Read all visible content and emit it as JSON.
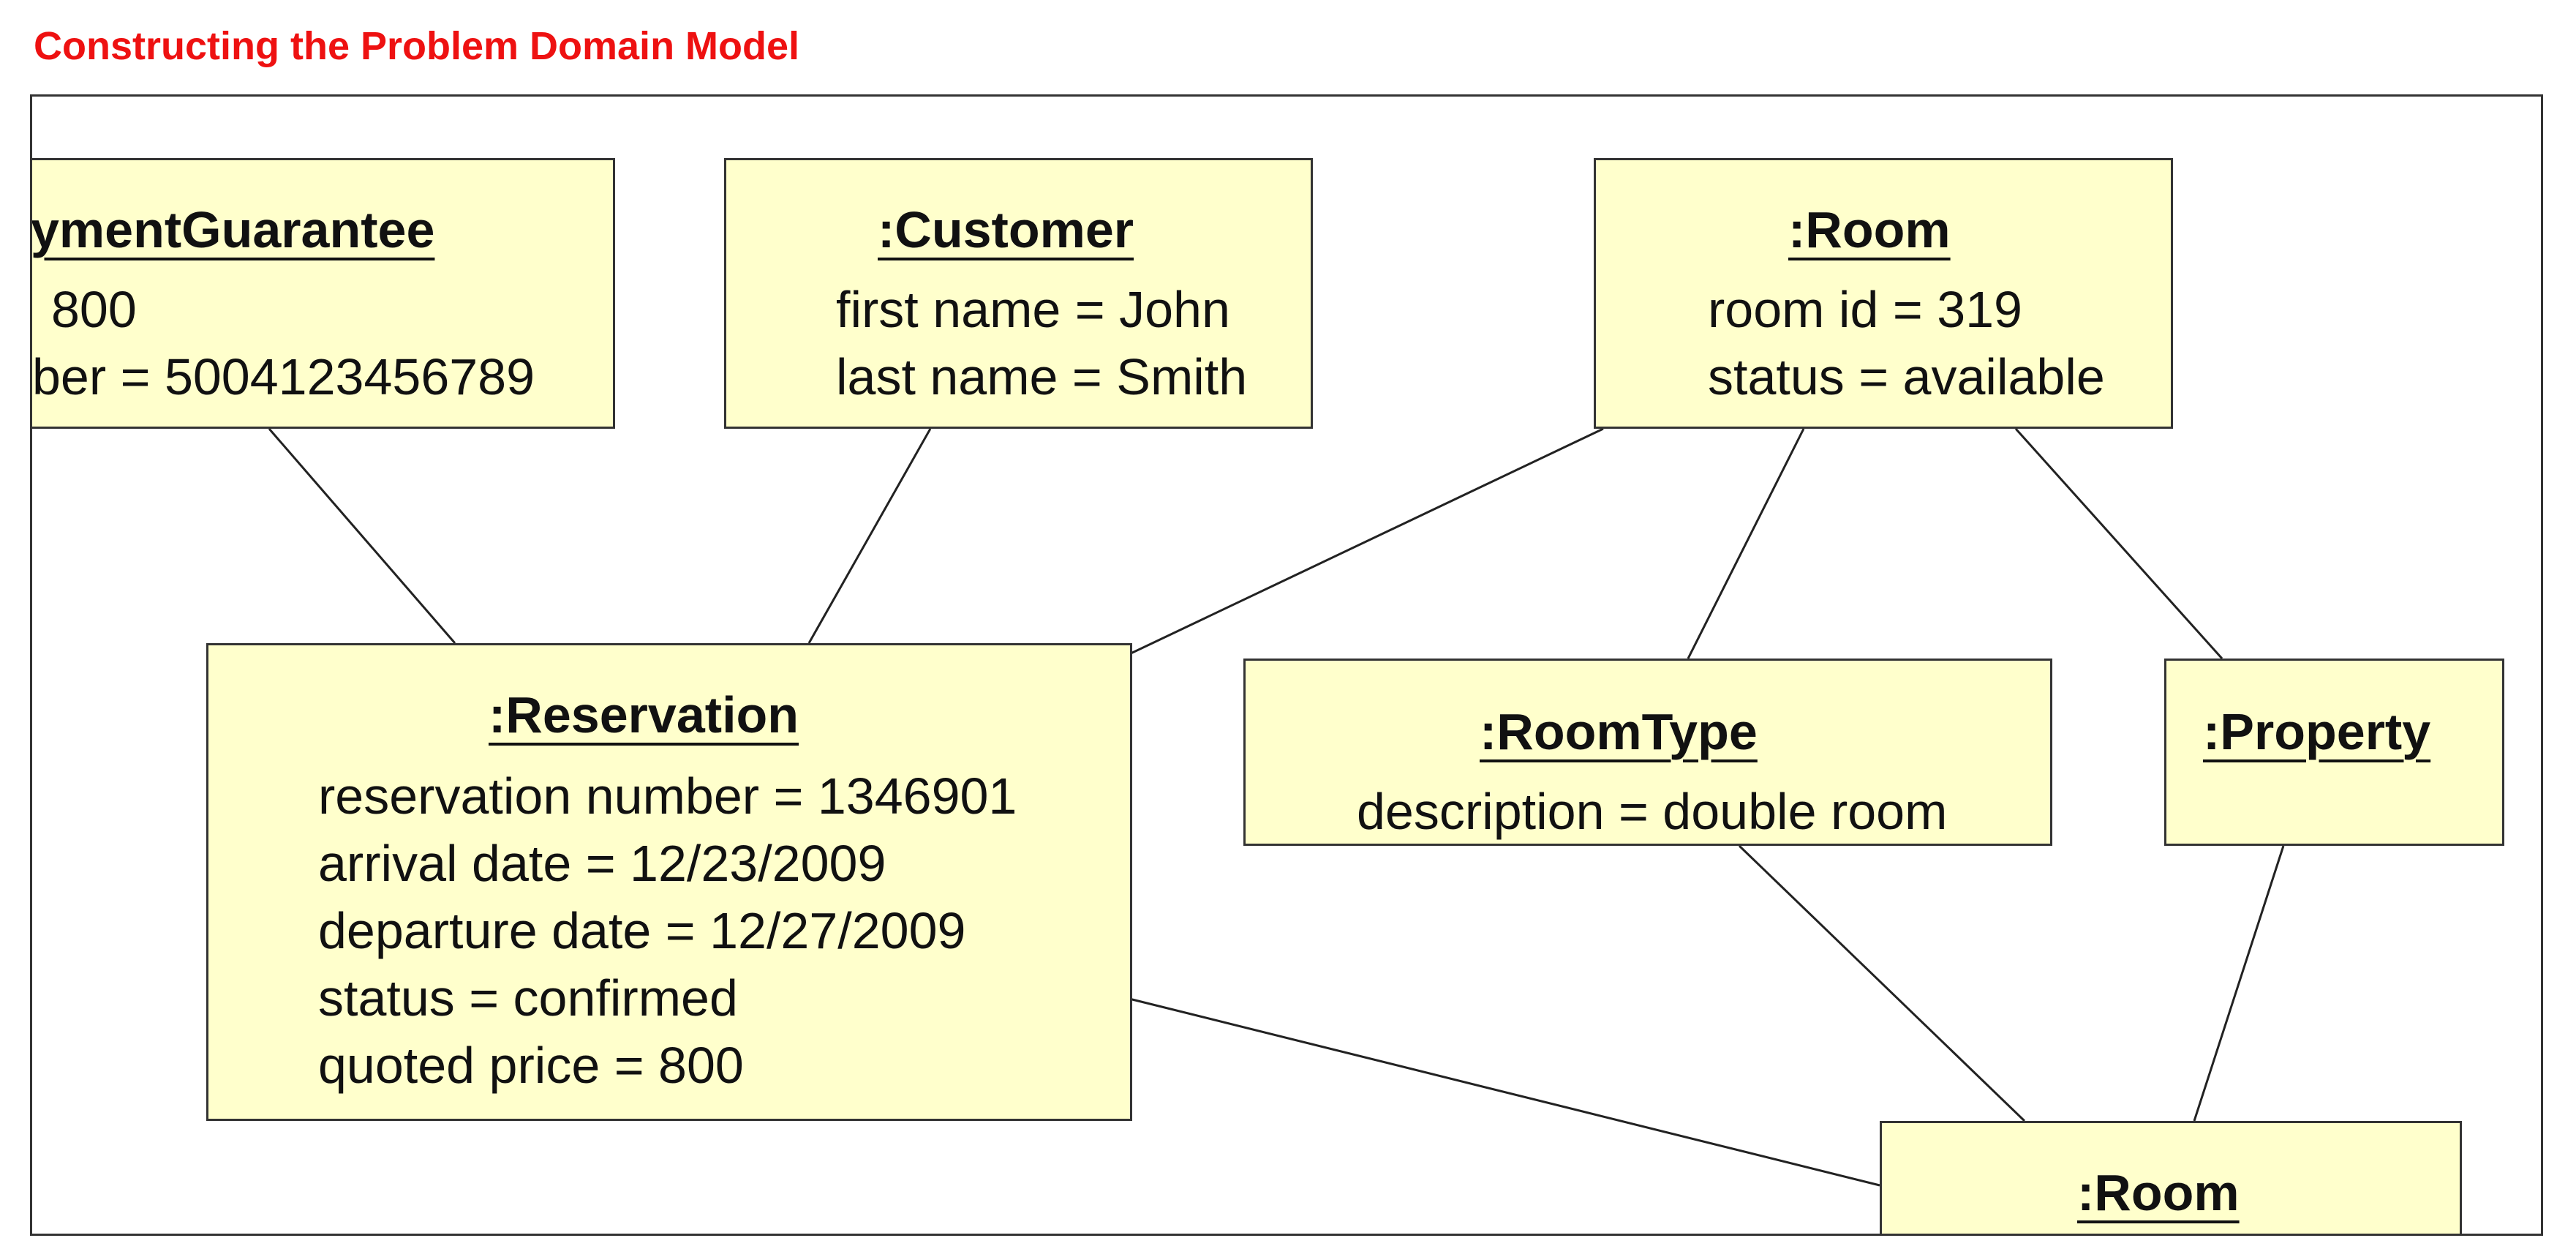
{
  "page": {
    "title": "Constructing the Problem Domain Model"
  },
  "objects": {
    "payment_guarantee": {
      "name": "ymentGuarantee",
      "attrs": [
        "800",
        "ber = 5004123456789"
      ]
    },
    "customer": {
      "name": ":Customer",
      "attrs": [
        "first name = John",
        "last name = Smith"
      ]
    },
    "room_top": {
      "name": ":Room",
      "attrs": [
        "room id = 319",
        "status = available"
      ]
    },
    "reservation": {
      "name": ":Reservation",
      "attrs": [
        "reservation number = 1346901",
        "arrival date = 12/23/2009",
        "departure date = 12/27/2009",
        "status = confirmed",
        "quoted price = 800"
      ]
    },
    "room_type": {
      "name": ":RoomType",
      "attrs": [
        "description = double room"
      ]
    },
    "property": {
      "name": ":Property",
      "attrs": []
    },
    "room_bottom": {
      "name": ":Room",
      "attrs": []
    }
  },
  "colors": {
    "title": "#ee1111",
    "object_fill": "#ffffcc",
    "line": "#222222"
  }
}
